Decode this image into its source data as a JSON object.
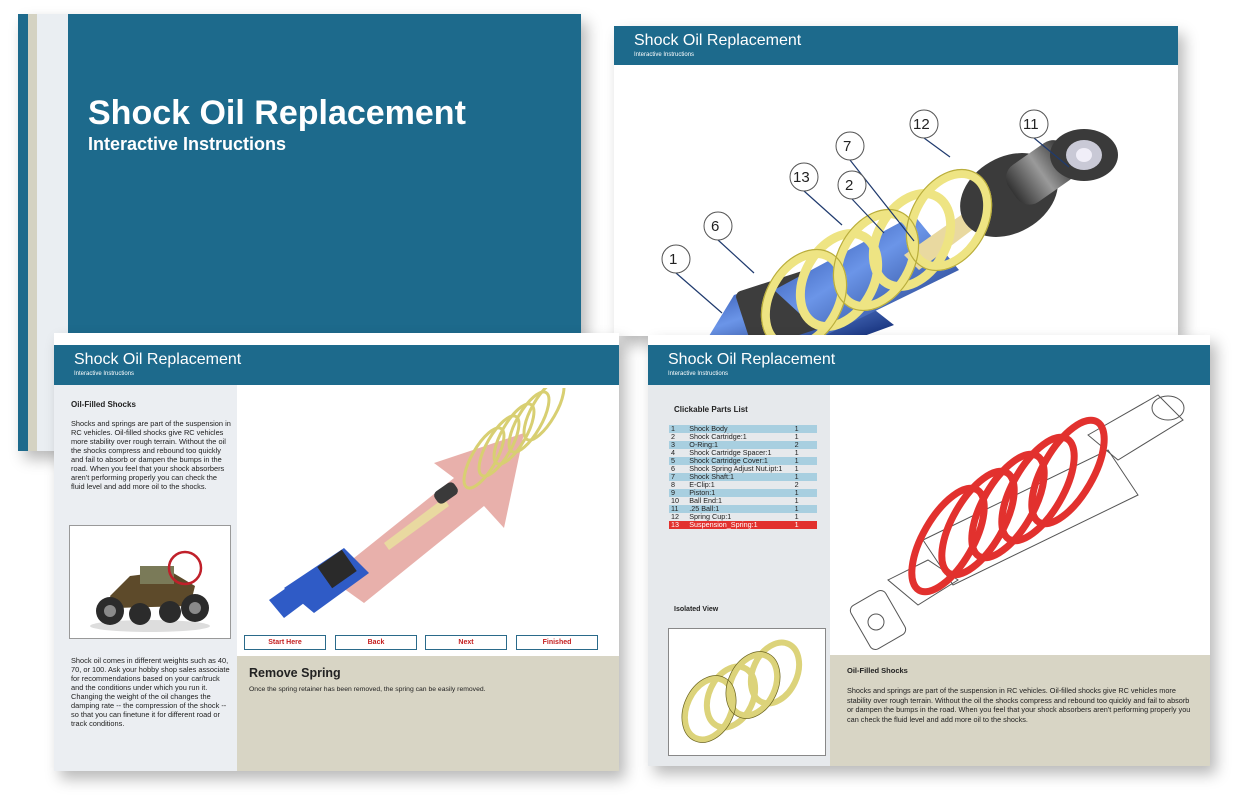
{
  "cover": {
    "title": "Shock Oil Replacement",
    "subtitle": "Interactive Instructions"
  },
  "slide2": {
    "title": "Shock Oil Replacement",
    "subtitle": "Interactive Instructions",
    "callouts": [
      "1",
      "6",
      "13",
      "2",
      "7",
      "12",
      "11"
    ]
  },
  "slide3": {
    "title": "Shock Oil Replacement",
    "subtitle": "Interactive Instructions",
    "section_heading": "Oil-Filled Shocks",
    "para1": "Shocks and springs are part of the suspension in RC vehicles. Oil-filled shocks give RC vehicles more stability over rough terrain. Without the oil the shocks compress and rebound too quickly and fail to absorb or dampen the bumps in the road. When you feel that your shock absorbers aren't performing properly you can check the fluid level and add more oil to the shocks.",
    "para2": "Shock oil comes in different weights such as 40, 70, or 100. Ask your hobby shop sales associate for recommendations based on your car/truck and the conditions under which you run it. Changing the weight of the oil changes the damping rate -- the compression of the shock -- so that you can finetune it for different road or track conditions.",
    "buttons": {
      "start": "Start Here",
      "back": "Back",
      "next": "Next",
      "finished": "Finished"
    },
    "step_title": "Remove Spring",
    "step_text": "Once the spring retainer has been removed, the spring can be easily removed."
  },
  "slide4": {
    "title": "Shock Oil Replacement",
    "subtitle": "Interactive Instructions",
    "parts_heading": "Clickable Parts List",
    "parts": [
      {
        "n": "1",
        "name": "Shock Body",
        "qty": "1"
      },
      {
        "n": "2",
        "name": "Shock Cartridge:1",
        "qty": "1"
      },
      {
        "n": "3",
        "name": "O-Ring:1",
        "qty": "2"
      },
      {
        "n": "4",
        "name": "Shock Cartridge Spacer:1",
        "qty": "1"
      },
      {
        "n": "5",
        "name": "Shock Cartridge Cover:1",
        "qty": "1"
      },
      {
        "n": "6",
        "name": "Shock Spring Adjust Nut.ipt:1",
        "qty": "1"
      },
      {
        "n": "7",
        "name": "Shock Shaft:1",
        "qty": "1"
      },
      {
        "n": "8",
        "name": "E-Clip:1",
        "qty": "2"
      },
      {
        "n": "9",
        "name": "Piston:1",
        "qty": "1"
      },
      {
        "n": "10",
        "name": "Ball End:1",
        "qty": "1"
      },
      {
        "n": "11",
        "name": ".25 Ball:1",
        "qty": "1"
      },
      {
        "n": "12",
        "name": "Spring Cup:1",
        "qty": "1"
      },
      {
        "n": "13",
        "name": "Suspension_Spring:1",
        "qty": "1"
      }
    ],
    "selected_part": "13",
    "isolated_heading": "Isolated View",
    "section_heading": "Oil-Filled Shocks",
    "para": "Shocks and springs are part of the suspension in RC vehicles. Oil-filled shocks give RC vehicles more stability over rough terrain. Without the oil the shocks compress and rebound too quickly and fail to absorb or dampen the bumps in the road. When you feel that your shock absorbers aren't performing properly you can check the fluid level and add more oil to the shocks."
  },
  "colors": {
    "header_blue": "#1d6a8c",
    "side_gray": "#ebeef2",
    "tan": "#d8d5c5",
    "row_blue": "#a8cfe0",
    "highlight_red": "#e2312e",
    "spring_yellow": "#f4e98c"
  }
}
